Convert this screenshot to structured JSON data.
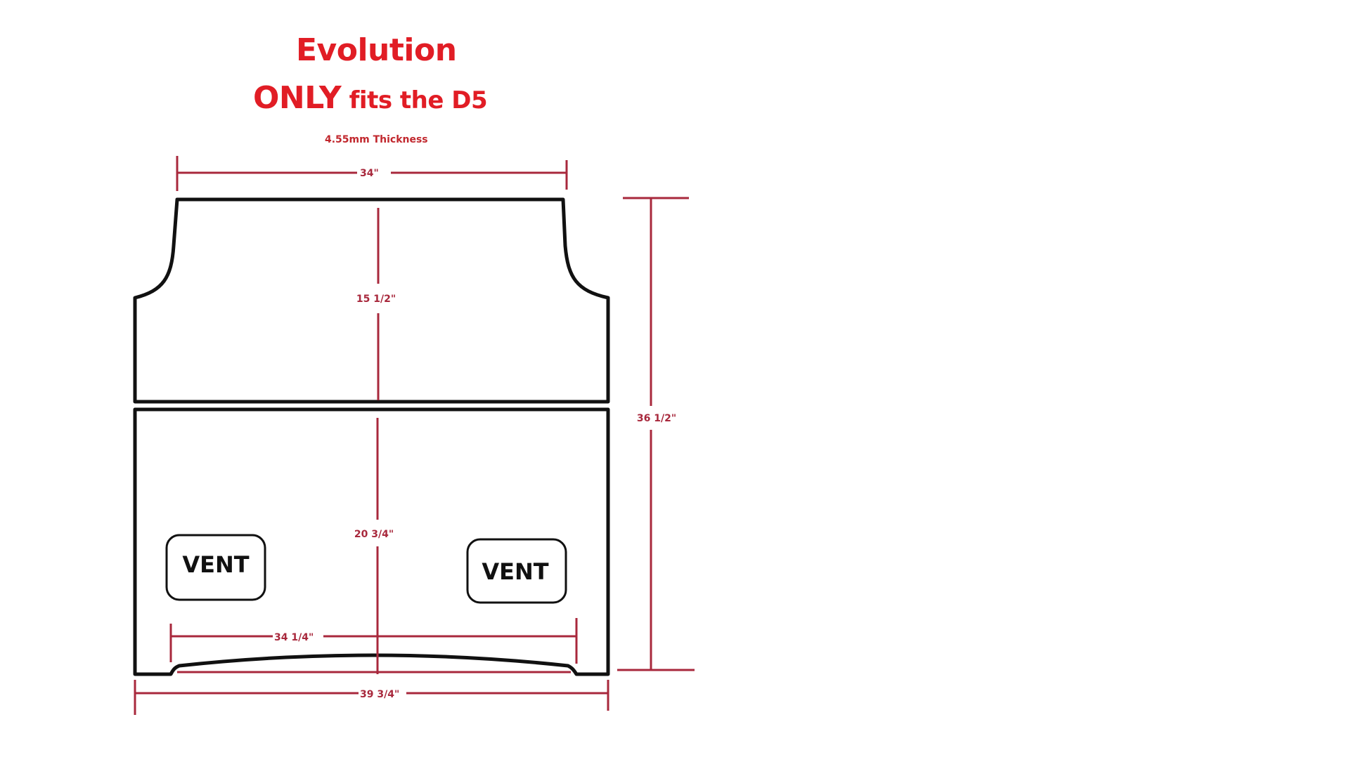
{
  "title": {
    "line1": "Evolution",
    "line2_emphasis": "ONLY",
    "line2_rest": " fits the D5",
    "thickness": "4.55mm Thickness"
  },
  "dimensions": {
    "top_width": "34\"",
    "upper_panel_height": "15 1/2\"",
    "lower_panel_height": "20 3/4\"",
    "total_height": "36 1/2\"",
    "arc_width": "34 1/4\"",
    "bottom_width": "39 3/4\""
  },
  "vents": {
    "left": "VENT",
    "right": "VENT"
  },
  "colors": {
    "title": "#e11d25",
    "dimension_lines": "#a8283c",
    "outline": "#111111",
    "background": "#ffffff"
  }
}
